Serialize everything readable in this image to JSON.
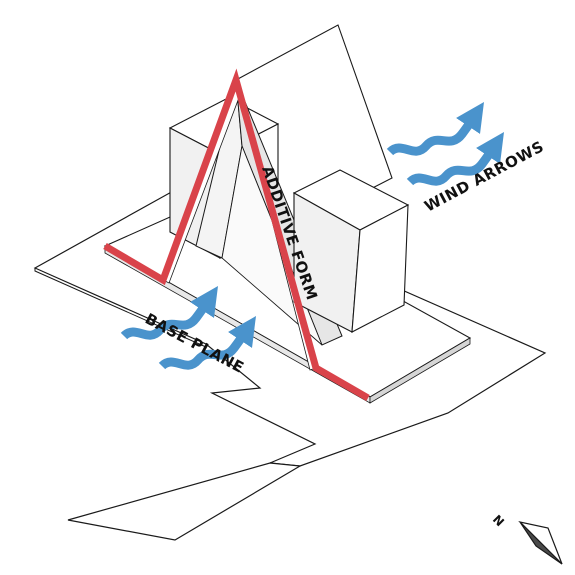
{
  "labels": {
    "additive_form": "ADDITIVE FORM",
    "wind_arrows": "WIND ARROWS",
    "base_plane": "BASE PLANE",
    "north": "N"
  },
  "colors": {
    "accent_red": "#d9434a",
    "wind_blue": "#4a93cc",
    "line": "#1a1a1a",
    "face_light": "#ffffff",
    "face_shade": "#f0f0f0",
    "face_dark": "#e2e2e2",
    "north_dark": "#4a4a4a"
  },
  "icons": {
    "wind": "wavy-arrow-icon",
    "north": "north-arrow-icon"
  }
}
